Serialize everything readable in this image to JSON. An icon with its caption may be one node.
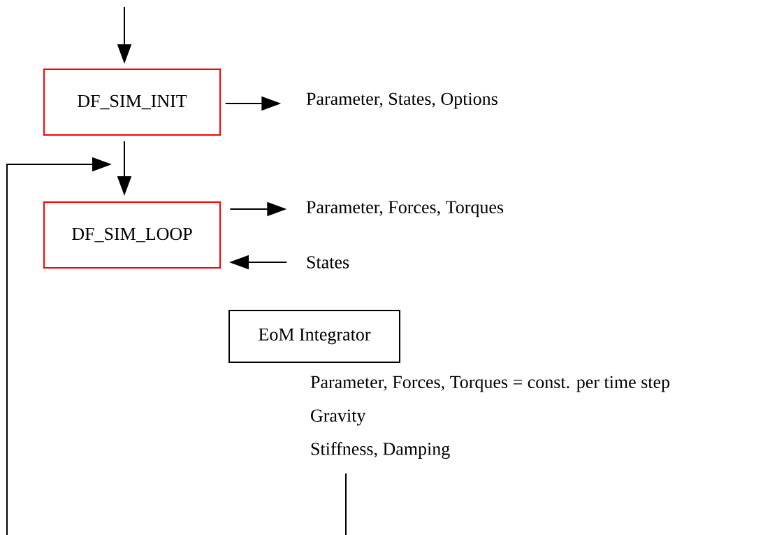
{
  "diagram": {
    "nodes": [
      {
        "text": [
          "DF_SIM_INIT"
        ]
      },
      {
        "text": [
          "DF_SIM_LOOP"
        ]
      },
      {
        "text": [
          "Parameter, States, Options"
        ]
      },
      {
        "text": [
          "Parameter, Forces, Torques"
        ]
      },
      {
        "text": [
          "States"
        ]
      },
      {
        "text": [
          "EoM Integrator"
        ]
      },
      {
        "text": [
          "Parameter, Forces, Torques = const. per time step"
        ]
      },
      {
        "text": [
          "Gravity"
        ]
      },
      {
        "text": [
          "Stiffness, Damping"
        ]
      }
    ],
    "edges": [
      {
        "from": null,
        "to": 0,
        "arrow": "to"
      },
      {
        "from": 0,
        "to": 2,
        "arrow": "to"
      },
      {
        "from": 0,
        "to": 1,
        "arrow": "to"
      },
      {
        "from": 1,
        "to": 3,
        "arrow": "to"
      },
      {
        "from": 4,
        "to": 1,
        "arrow": "to"
      },
      {
        "from": 8,
        "to": null,
        "arrow": "to"
      }
    ]
  }
}
